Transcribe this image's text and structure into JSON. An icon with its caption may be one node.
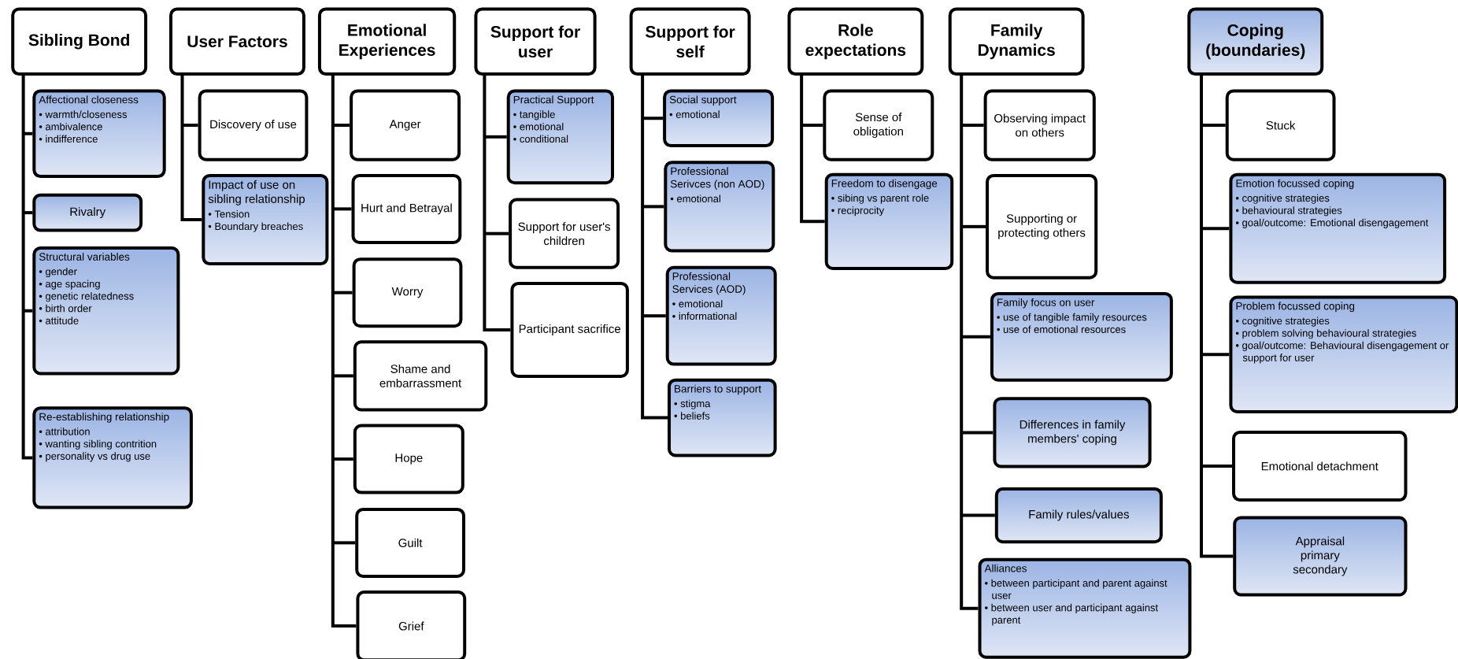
{
  "diagram": {
    "nodes": [
      {
        "text": [
          "Sibling Bond"
        ]
      },
      {
        "text": [
          "Affectional closeness",
          "• warmth/closeness",
          "• ambivalence",
          "• indifference"
        ]
      },
      {
        "text": [
          "Rivalry"
        ]
      },
      {
        "text": [
          "Structural variables",
          "• gender",
          "• age spacing",
          "• genetic relatedness",
          "• birth order",
          "• attitude"
        ]
      },
      {
        "text": [
          "Re-establishing relationship",
          "• attribution",
          "• wanting sibling contrition",
          "• personality vs drug use"
        ]
      },
      {
        "text": [
          "User Factors"
        ]
      },
      {
        "text": [
          "Discovery of use"
        ]
      },
      {
        "text": [
          "Impact of use on sibling relationship",
          "• Tension",
          "• Boundary breaches"
        ]
      },
      {
        "text": [
          "Emotional Experiences"
        ]
      },
      {
        "text": [
          "Anger"
        ]
      },
      {
        "text": [
          "Hurt and Betrayal"
        ]
      },
      {
        "text": [
          "Worry"
        ]
      },
      {
        "text": [
          "Shame and embarrassment"
        ]
      },
      {
        "text": [
          "Hope"
        ]
      },
      {
        "text": [
          "Guilt"
        ]
      },
      {
        "text": [
          "Grief"
        ]
      },
      {
        "text": [
          "Support for user"
        ]
      },
      {
        "text": [
          "Practical Support",
          "• tangible",
          "• emotional",
          "• conditional"
        ]
      },
      {
        "text": [
          "Support for user's children"
        ]
      },
      {
        "text": [
          "Participant sacrifice"
        ]
      },
      {
        "text": [
          "Support for self"
        ]
      },
      {
        "text": [
          "Social support",
          "• emotional"
        ]
      },
      {
        "text": [
          "Professional Serivces (non AOD)",
          "• emotional"
        ]
      },
      {
        "text": [
          "Professional Services (AOD)",
          "• emotional",
          "• informational"
        ]
      },
      {
        "text": [
          "Barriers to support",
          "• stigma",
          "• beliefs"
        ]
      },
      {
        "text": [
          "Role expectations"
        ]
      },
      {
        "text": [
          "Sense of obligation"
        ]
      },
      {
        "text": [
          "Freedom to disengage",
          "• sibing vs parent role",
          "• reciprocity"
        ]
      },
      {
        "text": [
          "Family Dynamics"
        ]
      },
      {
        "text": [
          "Observing impact on others"
        ]
      },
      {
        "text": [
          "Supporting or protecting others"
        ]
      },
      {
        "text": [
          "Family focus on user",
          "• use of tangible family resources",
          "• use of emotional resources"
        ]
      },
      {
        "text": [
          "Differences in family members' coping"
        ]
      },
      {
        "text": [
          "Family rules/values"
        ]
      },
      {
        "text": [
          "Alliances",
          "• between participant and parent against user",
          "• between user and participant against parent"
        ]
      },
      {
        "text": [
          "Coping (boundaries)"
        ]
      },
      {
        "text": [
          "Stuck"
        ]
      },
      {
        "text": [
          "Emotion focussed coping",
          "• cognitive strategies",
          "• behavioural strategies",
          "• goal/outcome: Emotional disengagement"
        ]
      },
      {
        "text": [
          "Problem focussed coping",
          "• cognitive strategies",
          "• problem solving behavioural strategies",
          "• goal/outcome: Behavioural disengagement or support for user"
        ]
      },
      {
        "text": [
          "Emotional detachment"
        ]
      },
      {
        "text": [
          "Appraisal",
          "primary",
          "secondary"
        ]
      }
    ],
    "edges": [
      {
        "from": 0,
        "to": 1,
        "arrow": "none"
      },
      {
        "from": 0,
        "to": 2,
        "arrow": "none"
      },
      {
        "from": 0,
        "to": 3,
        "arrow": "none"
      },
      {
        "from": 0,
        "to": 4,
        "arrow": "none"
      },
      {
        "from": 5,
        "to": 6,
        "arrow": "none"
      },
      {
        "from": 5,
        "to": 7,
        "arrow": "none"
      },
      {
        "from": 8,
        "to": 9,
        "arrow": "none"
      },
      {
        "from": 8,
        "to": 10,
        "arrow": "none"
      },
      {
        "from": 8,
        "to": 11,
        "arrow": "none"
      },
      {
        "from": 8,
        "to": 12,
        "arrow": "none"
      },
      {
        "from": 8,
        "to": 13,
        "arrow": "none"
      },
      {
        "from": 8,
        "to": 14,
        "arrow": "none"
      },
      {
        "from": 8,
        "to": 15,
        "arrow": "none"
      },
      {
        "from": 16,
        "to": 17,
        "arrow": "none"
      },
      {
        "from": 16,
        "to": 18,
        "arrow": "none"
      },
      {
        "from": 16,
        "to": 19,
        "arrow": "none"
      },
      {
        "from": 20,
        "to": 21,
        "arrow": "none"
      },
      {
        "from": 20,
        "to": 22,
        "arrow": "none"
      },
      {
        "from": 20,
        "to": 23,
        "arrow": "none"
      },
      {
        "from": 20,
        "to": 24,
        "arrow": "none"
      },
      {
        "from": 25,
        "to": 26,
        "arrow": "none"
      },
      {
        "from": 25,
        "to": 27,
        "arrow": "none"
      },
      {
        "from": 28,
        "to": 29,
        "arrow": "none"
      },
      {
        "from": 28,
        "to": 30,
        "arrow": "none"
      },
      {
        "from": 28,
        "to": 31,
        "arrow": "none"
      },
      {
        "from": 28,
        "to": 32,
        "arrow": "none"
      },
      {
        "from": 28,
        "to": 33,
        "arrow": "none"
      },
      {
        "from": 28,
        "to": 34,
        "arrow": "none"
      },
      {
        "from": 35,
        "to": 36,
        "arrow": "none"
      },
      {
        "from": 35,
        "to": 37,
        "arrow": "none"
      },
      {
        "from": 35,
        "to": 38,
        "arrow": "none"
      },
      {
        "from": 35,
        "to": 39,
        "arrow": "none"
      },
      {
        "from": 35,
        "to": 40,
        "arrow": "none"
      }
    ]
  }
}
